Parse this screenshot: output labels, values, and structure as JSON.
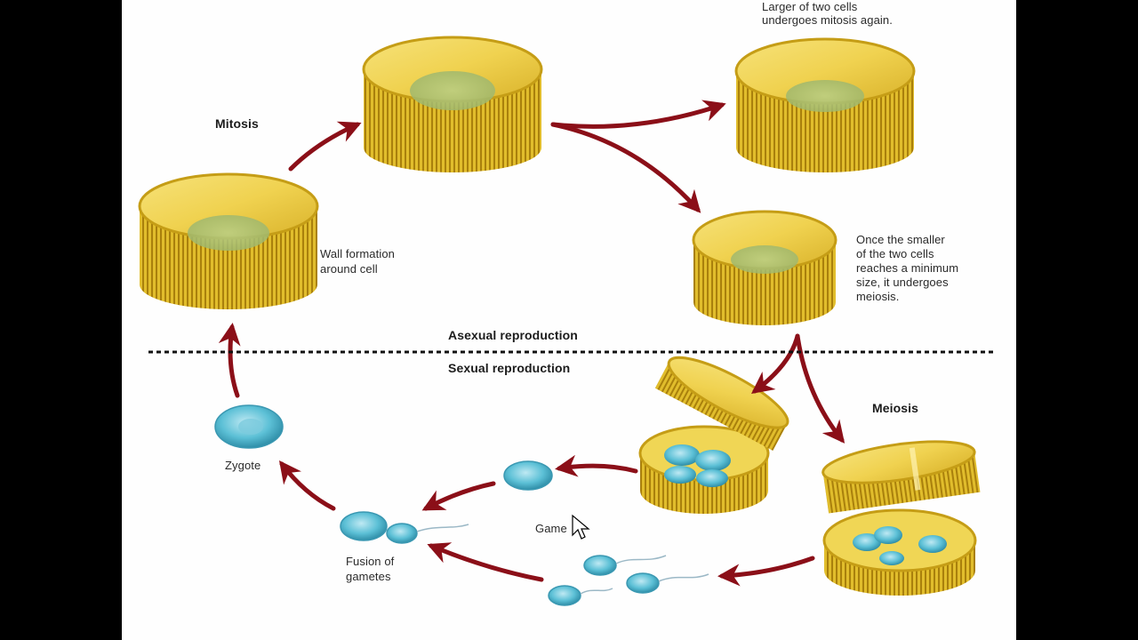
{
  "colors": {
    "background": "#fefefe",
    "letterbox": "#000000",
    "cell_gold": "#e2bf2a",
    "arrow": "#8b0f18",
    "gamete_blue": "#4fb4cc",
    "nucleus_green": "#a9c27a"
  },
  "labels": {
    "mitosis": "Mitosis",
    "larger_cell": "Larger of two cells\nundergoes mitosis again.",
    "wall_formation": "Wall formation\naround cell",
    "smaller_cell": "Once the smaller\nof the two cells\nreaches a minimum\nsize, it undergoes\nmeiosis.",
    "asexual": "Asexual reproduction",
    "sexual": "Sexual reproduction",
    "meiosis": "Meiosis",
    "zygote": "Zygote",
    "gametes": "Game",
    "fusion": "Fusion of\ngametes"
  },
  "icons": [
    "mouse-pointer-icon"
  ]
}
